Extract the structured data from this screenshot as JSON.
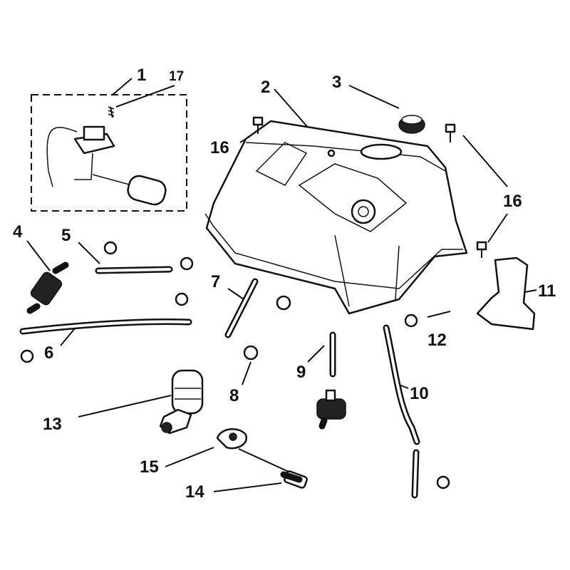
{
  "diagram": {
    "title": "Fuel tank assembly exploded parts diagram",
    "callouts": [
      {
        "id": "c1",
        "text": "1"
      },
      {
        "id": "c17",
        "text": "17"
      },
      {
        "id": "c2",
        "text": "2"
      },
      {
        "id": "c3",
        "text": "3"
      },
      {
        "id": "c16a",
        "text": "16"
      },
      {
        "id": "c16b",
        "text": "16"
      },
      {
        "id": "c4",
        "text": "4"
      },
      {
        "id": "c5",
        "text": "5"
      },
      {
        "id": "c7",
        "text": "7"
      },
      {
        "id": "c11",
        "text": "11"
      },
      {
        "id": "c12",
        "text": "12"
      },
      {
        "id": "c6",
        "text": "6"
      },
      {
        "id": "c9",
        "text": "9"
      },
      {
        "id": "c10",
        "text": "10"
      },
      {
        "id": "c8",
        "text": "8"
      },
      {
        "id": "c13",
        "text": "13"
      },
      {
        "id": "c15",
        "text": "15"
      },
      {
        "id": "c14",
        "text": "14"
      }
    ]
  }
}
